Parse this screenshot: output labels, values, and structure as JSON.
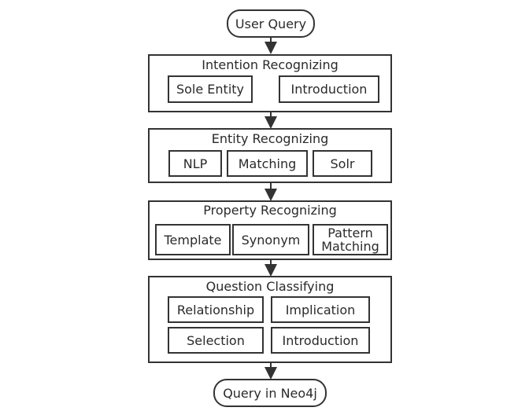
{
  "start": {
    "label": "User Query"
  },
  "end": {
    "label": "Query in Neo4j"
  },
  "stages": {
    "intention": {
      "title": "Intention Recognizing",
      "methods": [
        "Sole Entity",
        "Introduction"
      ]
    },
    "entity": {
      "title": "Entity Recognizing",
      "methods": [
        "NLP",
        "Matching",
        "Solr"
      ]
    },
    "property": {
      "title": "Property Recognizing",
      "methods": [
        "Template",
        "Synonym",
        "Pattern Matching"
      ]
    },
    "question": {
      "title": "Question Classifying",
      "methods": [
        "Relationship",
        "Implication",
        "Selection",
        "Introduction"
      ]
    }
  }
}
